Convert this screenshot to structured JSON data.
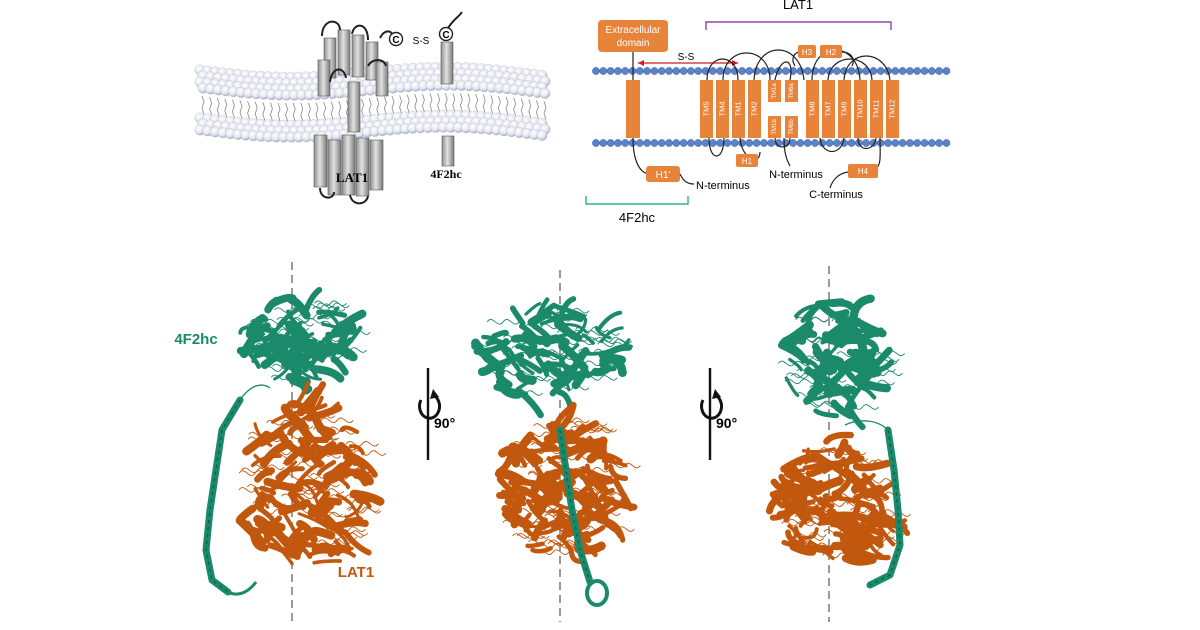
{
  "panel_a": {
    "lat1_label": "LAT1",
    "hc_label": "4F2hc",
    "cys_left": "C",
    "cys_right": "C",
    "disulfide": "S-S"
  },
  "panel_b": {
    "lat1_bracket_label": "LAT1",
    "hc_bracket_label": "4F2hc",
    "extracellular_line1": "Extracellular",
    "extracellular_line2": "domain",
    "disulfide": "S-S",
    "h1_prime": "H1'",
    "n_terminus_hc": "N-terminus",
    "n_terminus_lat1": "N-terminus",
    "c_terminus": "C-terminus",
    "h1": "H1",
    "h2": "H2",
    "h3": "H3",
    "h4": "H4",
    "tm_labels": [
      "TM5",
      "TM4",
      "TM1",
      "TM2",
      "TM1a",
      "TM1b",
      "TM6a",
      "TM6b",
      "TM8",
      "TM7",
      "TM9",
      "TM10",
      "TM11",
      "TM12"
    ]
  },
  "panel_c": {
    "hc_label": "4F2hc",
    "lat1_label": "LAT1",
    "rotation_1": "90°",
    "rotation_2": "90°"
  },
  "colors": {
    "orange": "#e8833a",
    "teal": "#1a8a6a",
    "lat1_structure": "#c2570e",
    "hc_bracket": "#2fb57a",
    "lat1_bracket": "#8e44ad",
    "bead": "#5b83c7",
    "arrow_red": "#cc1f1f"
  }
}
